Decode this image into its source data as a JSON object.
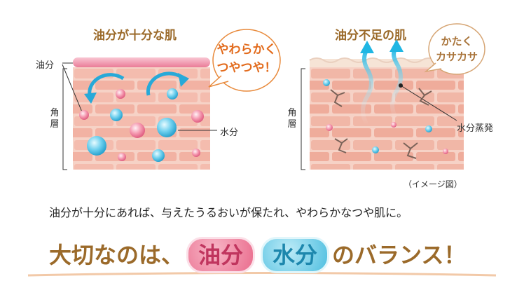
{
  "left_panel": {
    "title": "油分が十分な肌",
    "oil_label": "油分",
    "layer_label": "角層",
    "water_label": "水分",
    "bubble_line1": "やわらかく",
    "bubble_line2": "つやつや！"
  },
  "right_panel": {
    "title": "油分不足の肌",
    "layer_label": "角層",
    "evaporation_label": "水分蒸発",
    "bubble_line1": "かたく",
    "bubble_line2": "カサカサ",
    "caption": "（イメージ図）"
  },
  "sentence": "油分が十分にあれば、与えたうるおいが保たれ、やわらかなつや肌に。",
  "headline": {
    "prefix": "大切なのは、",
    "oil": "油分",
    "water": "水分",
    "suffix": "のバランス！"
  },
  "colors": {
    "brown": "#9b6a2a",
    "orange": "#e26a1b",
    "oil_pink": "#ea6c8d",
    "water_blue": "#4fbfe0",
    "skin": "#f1b3a2"
  }
}
